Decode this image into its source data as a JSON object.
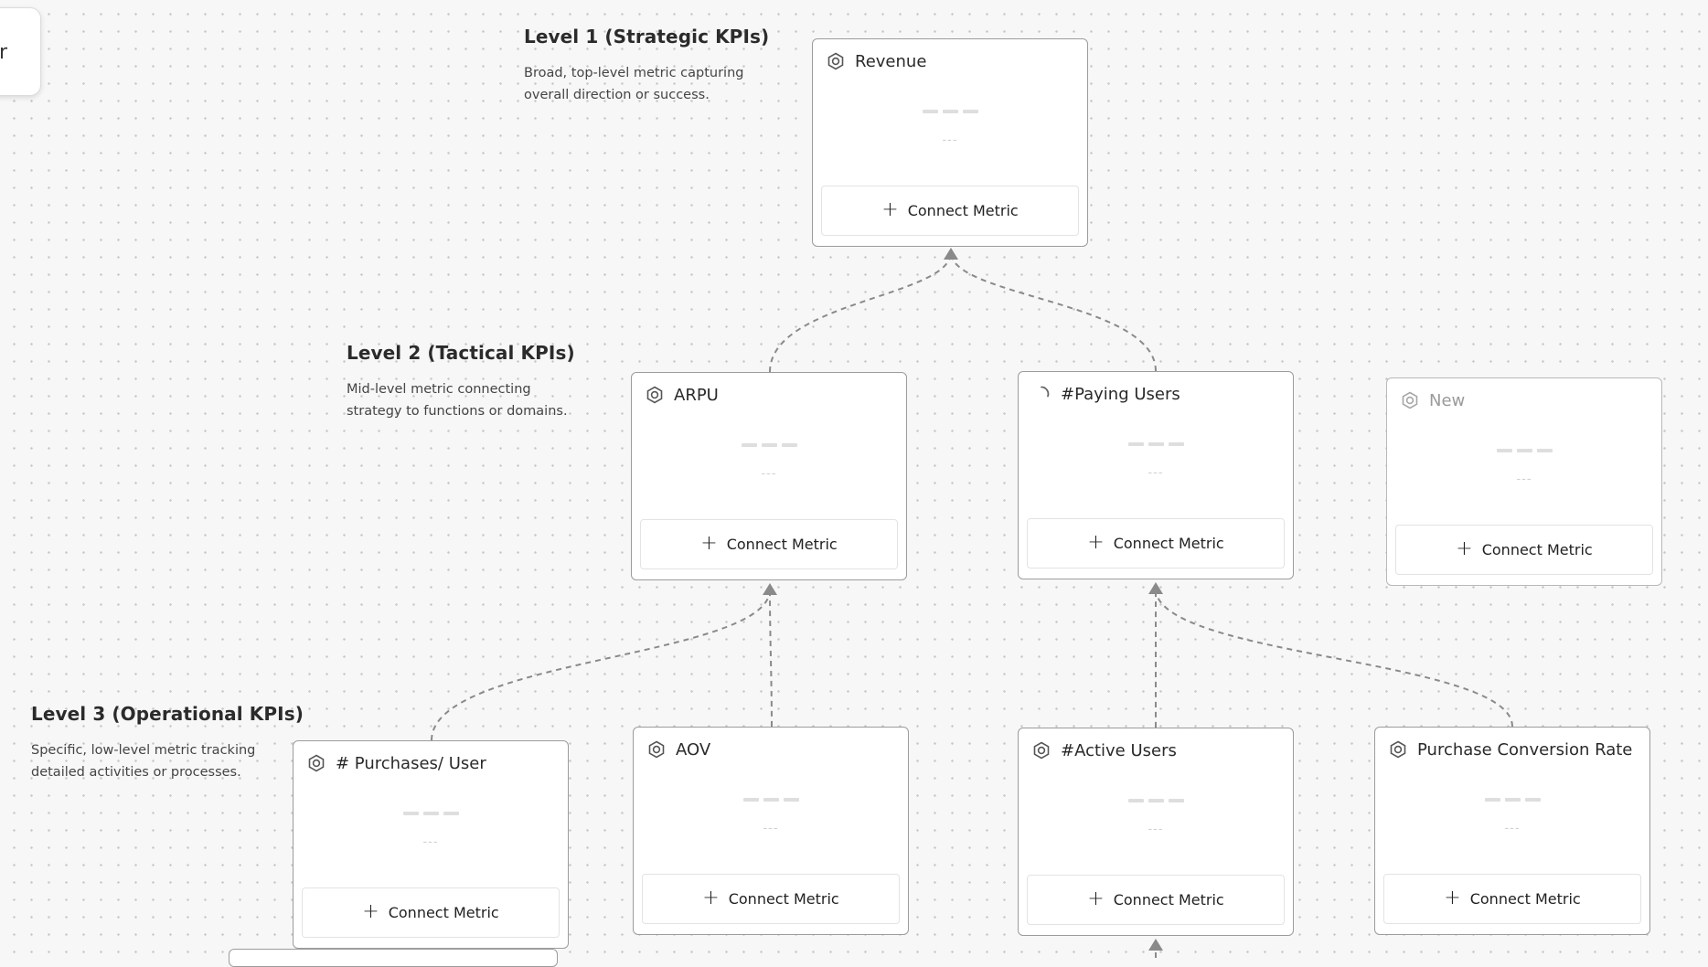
{
  "levels": [
    {
      "id": "level1",
      "title": "Level 1 (Strategic KPIs)",
      "description": "Broad, top-level metric capturing overall direction or success."
    },
    {
      "id": "level2",
      "title": "Level 2 (Tactical KPIs)",
      "description": "Mid-level metric connecting strategy to functions or domains."
    },
    {
      "id": "level3",
      "title": "Level 3 (Operational KPIs)",
      "description": "Specific, low-level metric tracking detailed activities or processes."
    }
  ],
  "nodes": {
    "revenue": {
      "title": "Revenue",
      "icon": "metric-hexagon-icon",
      "value": "",
      "connect_label": "Connect Metric"
    },
    "arpu": {
      "title": "ARPU",
      "icon": "metric-hexagon-icon",
      "value": "",
      "connect_label": "Connect Metric"
    },
    "paying_users": {
      "title": "#Paying Users",
      "icon": "loading-spinner-icon",
      "value": "",
      "connect_label": "Connect Metric"
    },
    "new": {
      "title": "New",
      "icon": "metric-hexagon-icon",
      "value": "",
      "connect_label": "Connect Metric"
    },
    "purchases_per_user": {
      "title": "# Purchases/ User",
      "icon": "metric-hexagon-icon",
      "value": "",
      "connect_label": "Connect Metric"
    },
    "aov": {
      "title": "AOV",
      "icon": "metric-hexagon-icon",
      "value": "",
      "connect_label": "Connect Metric"
    },
    "active_users": {
      "title": "#Active Users",
      "icon": "metric-hexagon-icon",
      "value": "",
      "connect_label": "Connect Metric"
    },
    "purchase_conversion_rate": {
      "title": "Purchase Conversion Rate",
      "icon": "metric-hexagon-icon",
      "value": "",
      "connect_label": "Connect Metric"
    }
  },
  "edges": [
    {
      "from": "arpu",
      "to": "revenue"
    },
    {
      "from": "paying_users",
      "to": "revenue"
    },
    {
      "from": "purchases_per_user",
      "to": "arpu"
    },
    {
      "from": "aov",
      "to": "arpu"
    },
    {
      "from": "active_users",
      "to": "paying_users"
    },
    {
      "from": "purchase_conversion_rate",
      "to": "paying_users"
    }
  ],
  "colors": {
    "edge": "#8a8a8a",
    "node_border": "#9c9c9c",
    "background": "#f7f7f7"
  }
}
